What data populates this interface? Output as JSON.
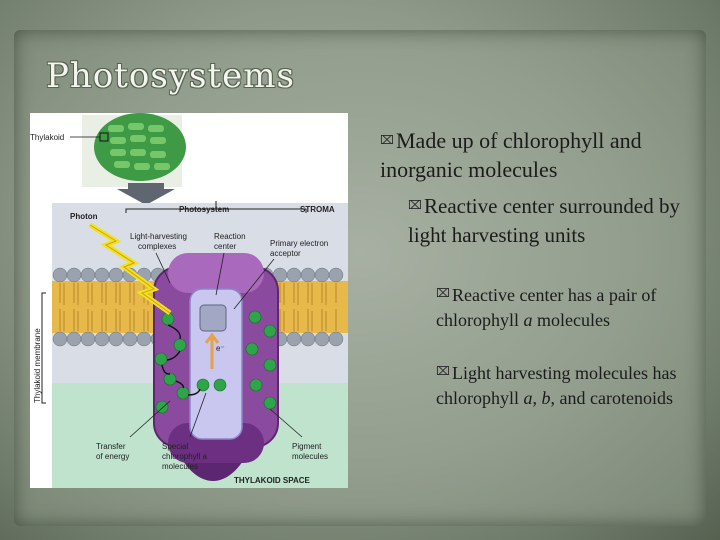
{
  "slide": {
    "title": "Photosystems",
    "bullets": [
      {
        "text": "Made up of chlorophyll and inorganic molecules",
        "level": 1
      },
      {
        "text": "Reactive center surrounded by light harvesting units",
        "level": 2
      },
      {
        "text_parts": [
          "Reactive center has a pair of chlorophyll ",
          "a",
          " molecules"
        ],
        "level": 3
      },
      {
        "text_parts": [
          "Light harvesting molecules has chlorophyll ",
          "a",
          ", ",
          "b",
          ", and carotenoids"
        ],
        "level": 3
      }
    ]
  },
  "figure": {
    "labels": {
      "thylakoid": "Thylakoid",
      "photon": "Photon",
      "photosystem": "Photosystem",
      "stroma": "STROMA",
      "lhc_1": "Light-harvesting",
      "lhc_2": "complexes",
      "rc_1": "Reaction",
      "rc_2": "center",
      "pea_1": "Primary electron",
      "pea_2": "acceptor",
      "membrane": "Thylakoid membrane",
      "transfer_1": "Transfer",
      "transfer_2": "of energy",
      "special_1": "Special",
      "special_2": "chlorophyll a",
      "special_3": "molecules",
      "pigment_1": "Pigment",
      "pigment_2": "molecules",
      "space": "THYLAKOID SPACE",
      "electron": "e⁻"
    },
    "colors": {
      "stroma_bg": "#d8dde6",
      "lumen_bg": "#bfe3cd",
      "lipid_head": "#9aa2ad",
      "lipid_tail": "#e7b84a",
      "protein_purple": "#7b3d8c",
      "protein_light": "#b07cc4",
      "reaction_center": "#c9c6f0",
      "pigment_green": "#2fa54a",
      "lightning": "#f4e11c"
    }
  }
}
